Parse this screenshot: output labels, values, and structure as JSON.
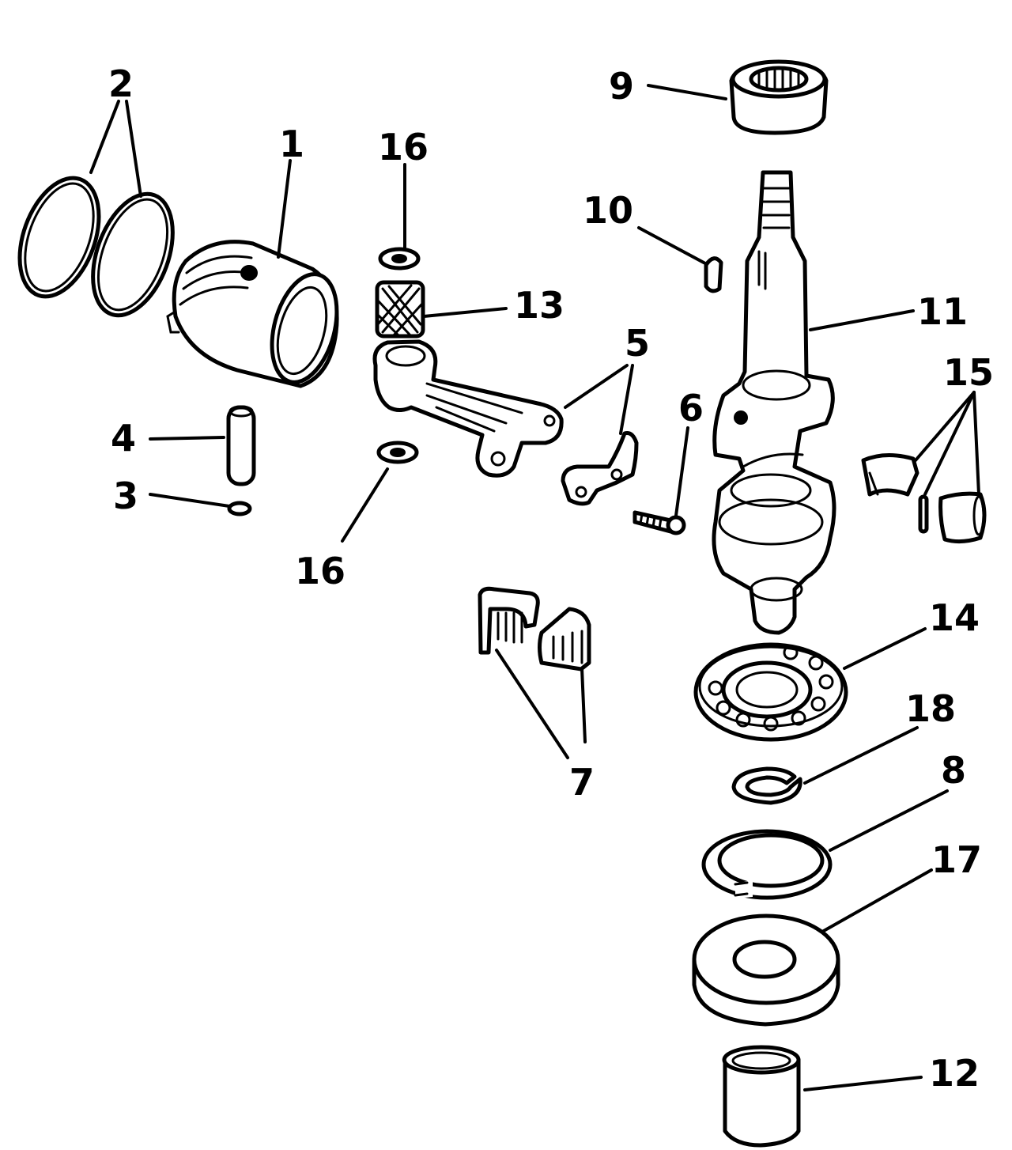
{
  "diagram": {
    "callouts": {
      "c1": "1",
      "c2": "2",
      "c3": "3",
      "c4": "4",
      "c5": "5",
      "c6": "6",
      "c7": "7",
      "c8": "8",
      "c9": "9",
      "c10": "10",
      "c11": "11",
      "c12": "12",
      "c13": "13",
      "c14": "14",
      "c15": "15",
      "c16_top": "16",
      "c16_bottom": "16",
      "c17": "17",
      "c18": "18"
    }
  }
}
